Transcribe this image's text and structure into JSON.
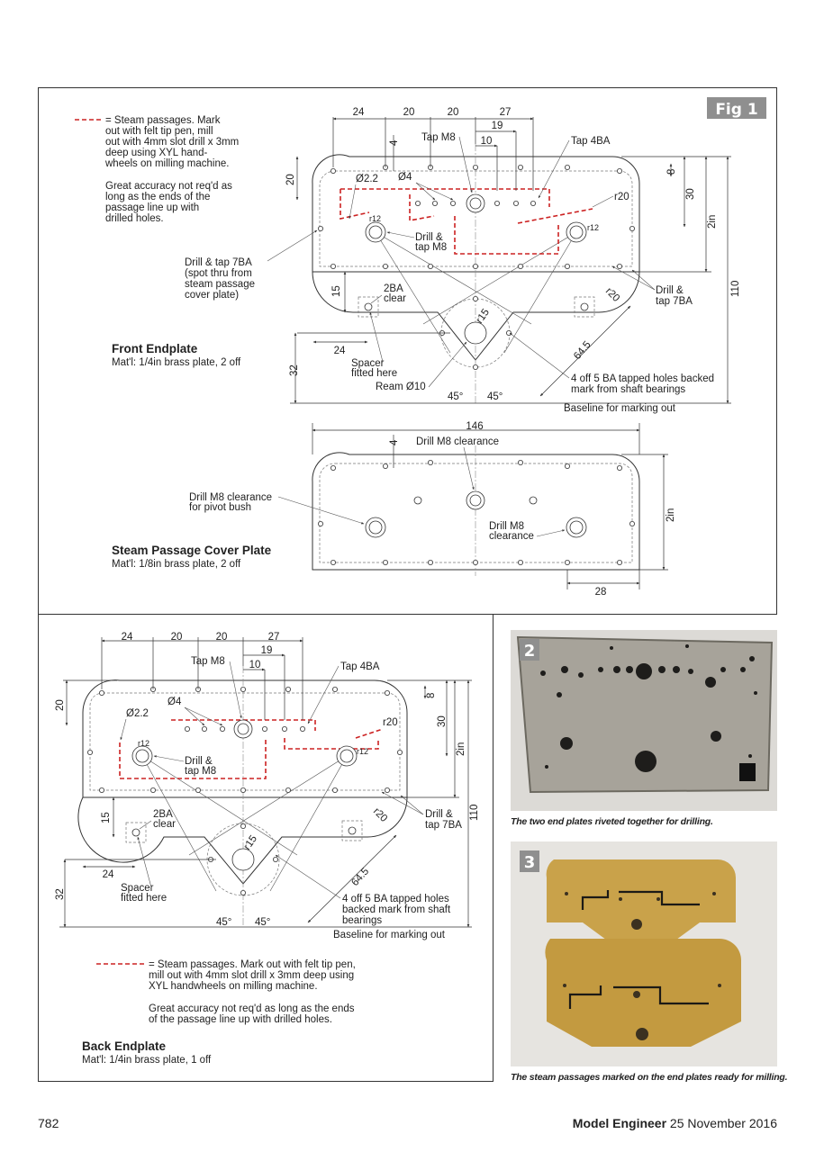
{
  "figure": {
    "label": "Fig 1",
    "front": {
      "title": "Front Endplate",
      "material": "Mat'l: 1/4in brass plate, 2 off",
      "legend_lines": [
        "= Steam passages. Mark",
        "out with felt tip pen, mill",
        "out with 4mm slot drill x 3mm",
        "deep using XYL hand-",
        "wheels on milling machine."
      ],
      "accuracy_lines": [
        "Great accuracy not req'd as",
        "long as the ends of the",
        "passage line up with",
        "drilled holes."
      ],
      "dims_top": [
        "24",
        "20",
        "20",
        "27",
        "19",
        "10"
      ],
      "dim_4": "4",
      "dim_20": "20",
      "dim_8": "8",
      "dim_30": "30",
      "dim_2in": "2in",
      "dim_110": "110",
      "dim_15": "15",
      "dim_24": "24",
      "dim_32": "32",
      "dim_64_5": "64.5",
      "r20a": "r20",
      "r20b": "r20",
      "r12a": "r12",
      "r12b": "r12",
      "r15": "r15",
      "dia22": "Ø2.2",
      "dia4": "Ø4",
      "tap_m8": "Tap M8",
      "tap_4ba": "Tap 4BA",
      "drill_tap_m8": [
        "Drill &",
        "tap M8"
      ],
      "drill_tap_7ba_left": [
        "Drill & tap 7BA",
        "(spot thru from",
        "steam passage",
        "cover plate)"
      ],
      "drill_tap_7ba_right": [
        "Drill &",
        "tap 7BA"
      ],
      "ba2_clear": [
        "2BA",
        "clear"
      ],
      "spacer": [
        "Spacer",
        "fitted here"
      ],
      "ream": "Ream Ø10",
      "angle_a": "45°",
      "angle_b": "45°",
      "five_ba": [
        "4 off 5 BA tapped holes backed",
        "mark from shaft bearings"
      ],
      "baseline": "Baseline for marking out"
    },
    "cover": {
      "title": "Steam Passage Cover Plate",
      "material": "Mat'l: 1/8in brass plate, 2 off",
      "dim_146": "146",
      "dim_4": "4",
      "dim_2in": "2in",
      "dim_28": "28",
      "drill_m8_top": "Drill M8 clearance",
      "drill_m8_pivot": [
        "Drill M8 clearance",
        "for pivot bush"
      ],
      "drill_m8_right": [
        "Drill M8",
        "clearance"
      ]
    },
    "back": {
      "title": "Back Endplate",
      "material": "Mat'l: 1/4in brass plate, 1 off",
      "legend_lines": [
        "= Steam passages. Mark out with felt tip pen,",
        "mill out with 4mm slot drill x 3mm deep using",
        "XYL handwheels on milling machine."
      ],
      "accuracy_lines": [
        "Great accuracy not req'd as long as the ends",
        "of the passage line up with drilled holes."
      ],
      "dims_top": [
        "24",
        "20",
        "20",
        "27",
        "19",
        "10"
      ],
      "dim_20": "20",
      "dim_8": "8",
      "dim_30": "30",
      "dim_2in": "2in",
      "dim_110": "110",
      "dim_15": "15",
      "dim_24": "24",
      "dim_32": "32",
      "dim_64_5": "64.5",
      "r20a": "r20",
      "r20b": "r20",
      "r12a": "r12",
      "r12b": "r12",
      "r15": "r15",
      "dia22": "Ø2.2",
      "dia4": "Ø4",
      "tap_m8": "Tap M8",
      "tap_4ba": "Tap 4BA",
      "drill_tap_m8": [
        "Drill &",
        "tap M8"
      ],
      "drill_tap_7ba": [
        "Drill &",
        "tap 7BA"
      ],
      "ba2_clear": [
        "2BA",
        "clear"
      ],
      "spacer": [
        "Spacer",
        "fitted here"
      ],
      "angle_a": "45°",
      "angle_b": "45°",
      "five_ba": [
        "4 off 5 BA tapped holes",
        "backed mark from shaft",
        "bearings"
      ],
      "baseline": "Baseline for marking out"
    }
  },
  "photos": [
    {
      "number": "2",
      "caption": "The two end plates riveted together for drilling."
    },
    {
      "number": "3",
      "caption": "The steam passages marked on the end plates ready for milling."
    }
  ],
  "footer": {
    "page_number": "782",
    "magazine": "Model Engineer",
    "date": "25 November 2016"
  },
  "colors": {
    "line": "#333333",
    "passage": "#cc2222",
    "badge": "#8f8f8f",
    "brass": "#c9a24a",
    "steel": "#a7a39a"
  }
}
